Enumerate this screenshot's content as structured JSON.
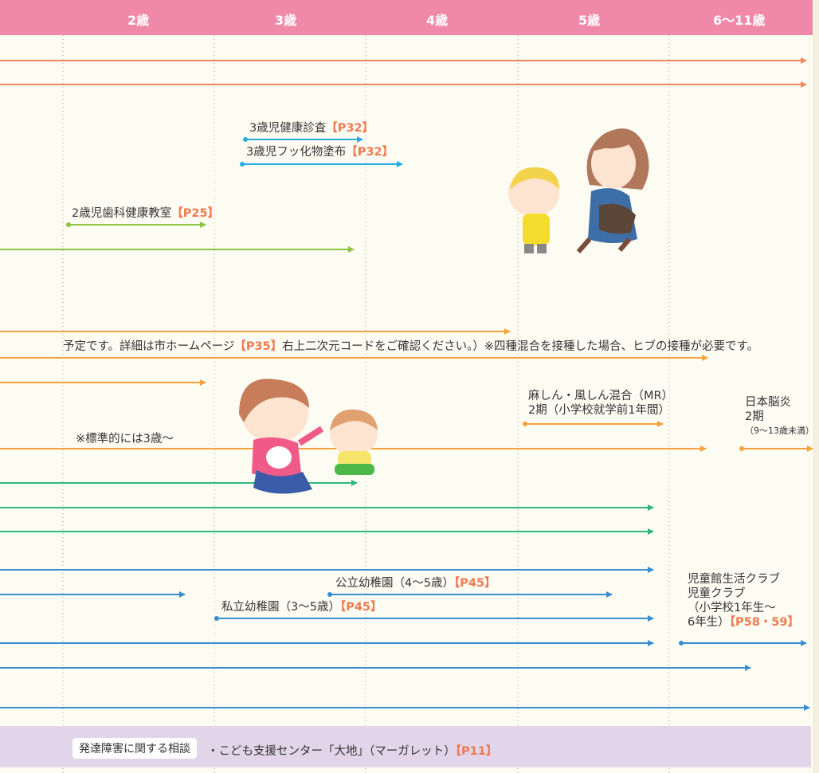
{
  "header": {
    "ages": [
      "2歳",
      "3歳",
      "4歳",
      "5歳",
      "6〜11歳"
    ]
  },
  "checkups": {
    "age3_exam": {
      "label": "3歳児健康診査",
      "ref": "【P32】"
    },
    "age3_fluoride": {
      "label": "3歳児フッ化物塗布",
      "ref": "【P32】"
    },
    "age2_dental": {
      "label": "2歳児歯科健康教室",
      "ref": "【P25】"
    }
  },
  "vaccines": {
    "note": "予定です。詳細は市ホームページ",
    "note_ref": "【P35】",
    "note_rest": "右上二次元コードをご確認ください。）※四種混合を接種した場合、ヒブの接種が必要です。",
    "mr_line1": "麻しん・風しん混合（MR）",
    "mr_line2": "2期（小学校就学前1年間）",
    "standard_note": "※標準的には3歳〜",
    "je_line1": "日本脳炎",
    "je_line2": "2期",
    "je_line3": "（9〜13歳未満）"
  },
  "childcare": {
    "public_kinder": {
      "label": "公立幼稚園（4〜5歳）",
      "ref": "【P45】"
    },
    "private_kinder": {
      "label": "私立幼稚園（3〜5歳）",
      "ref": "【P45】"
    },
    "club_line1": "児童館生活クラブ",
    "club_line2": "児童クラブ",
    "club_line3": "（小学校1年生〜",
    "club_line4": "6年生）",
    "club_ref": "【P58・59】"
  },
  "footer": {
    "badge": "発達障害に関する相談",
    "text": "・こども支援センター「大地」（マーガレット）",
    "ref": "【P11】"
  },
  "colors": {
    "header": "#f088aa",
    "salmon": "#f28660",
    "cyan": "#29abe2",
    "lime": "#8cc63f",
    "orange": "#f7a23a",
    "green": "#2fb87c",
    "blue": "#3a8fd0",
    "footer": "#e2d5e9"
  }
}
